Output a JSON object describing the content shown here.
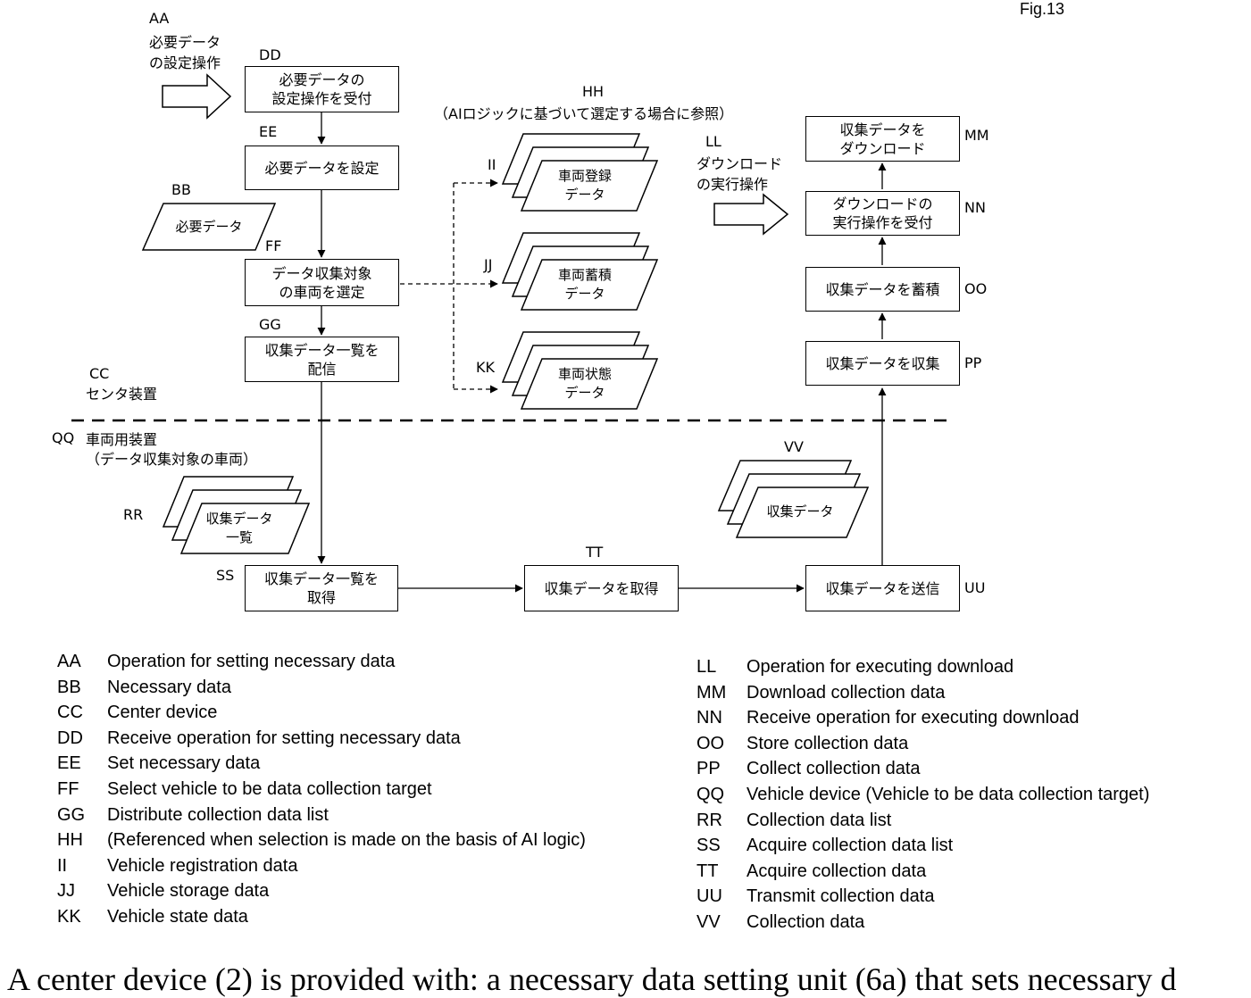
{
  "figure_label": "Fig.13",
  "codes": {
    "AA": "AA",
    "BB": "BB",
    "CC": "CC",
    "DD": "DD",
    "EE": "EE",
    "FF": "FF",
    "GG": "GG",
    "HH": "HH",
    "II": "II",
    "JJ": "JJ",
    "KK": "KK",
    "LL": "LL",
    "MM": "MM",
    "NN": "NN",
    "OO": "OO",
    "PP": "PP",
    "QQ": "QQ",
    "RR": "RR",
    "SS": "SS",
    "TT": "TT",
    "UU": "UU",
    "VV": "VV"
  },
  "labels": {
    "aa": "必要データ\nの設定操作",
    "hh": "（AIロジックに基づいて選定する場合に参照）",
    "ll": "ダウンロード\nの実行操作",
    "cc": "センタ装置",
    "qq": "車両用装置\n（データ収集対象の車両）"
  },
  "boxes": {
    "dd": "必要データの\n設定操作を受付",
    "ee": "必要データを設定",
    "ff": "データ収集対象\nの車両を選定",
    "gg": "収集データ一覧を\n配信",
    "ss": "収集データ一覧を\n取得",
    "tt": "収集データを取得",
    "uu": "収集データを送信",
    "pp": "収集データを収集",
    "oo": "収集データを蓄積",
    "nn": "ダウンロードの\n実行操作を受付",
    "mm": "収集データを\nダウンロード"
  },
  "data_shapes": {
    "bb": "必要データ",
    "ii": "車両登録\nデータ",
    "jj": "車両蓄積\nデータ",
    "kk": "車両状態\nデータ",
    "rr": "収集データ\n一覧",
    "vv": "収集データ"
  },
  "legend_left": [
    {
      "code": "AA",
      "text": "Operation for setting necessary data"
    },
    {
      "code": "BB",
      "text": "Necessary data"
    },
    {
      "code": "CC",
      "text": "Center device"
    },
    {
      "code": "DD",
      "text": "Receive operation for setting necessary data"
    },
    {
      "code": "EE",
      "text": "Set necessary data"
    },
    {
      "code": "FF",
      "text": "Select vehicle to be data collection target"
    },
    {
      "code": "GG",
      "text": "Distribute collection data list"
    },
    {
      "code": "HH",
      "text": "(Referenced when selection is made on the basis of AI logic)"
    },
    {
      "code": "II",
      "text": "Vehicle registration data"
    },
    {
      "code": "JJ",
      "text": "Vehicle storage data"
    },
    {
      "code": "KK",
      "text": "Vehicle state data"
    }
  ],
  "legend_right": [
    {
      "code": "LL",
      "text": "Operation for executing download"
    },
    {
      "code": "MM",
      "text": "Download collection data"
    },
    {
      "code": "NN",
      "text": "Receive operation for executing download"
    },
    {
      "code": "OO",
      "text": "Store collection data"
    },
    {
      "code": "PP",
      "text": "Collect collection data"
    },
    {
      "code": "QQ",
      "text": "Vehicle device (Vehicle to be data collection target)"
    },
    {
      "code": "RR",
      "text": "Collection data list"
    },
    {
      "code": "SS",
      "text": "Acquire collection data list"
    },
    {
      "code": "TT",
      "text": "Acquire collection data"
    },
    {
      "code": "UU",
      "text": "Transmit collection data"
    },
    {
      "code": "VV",
      "text": "Collection data"
    }
  ],
  "caption": "A center device (2) is provided with: a necessary data setting unit (6a) that sets necessary d"
}
